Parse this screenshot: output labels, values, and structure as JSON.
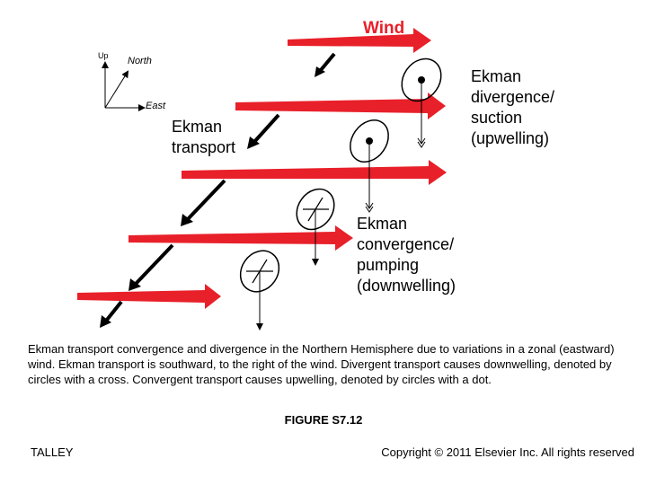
{
  "diagram": {
    "wind_label": "Wind",
    "axes": {
      "up": "Up",
      "north": "North",
      "east": "East"
    },
    "ekman_transport": [
      "Ekman",
      "transport"
    ],
    "divergence": [
      "Ekman",
      "divergence/",
      "suction",
      "(upwelling)"
    ],
    "convergence": [
      "Ekman",
      "convergence/",
      "pumping",
      "(downwelling)"
    ]
  },
  "caption": "Ekman transport convergence and divergence in the Northern Hemisphere due to variations in a zonal (eastward) wind. Ekman transport is southward, to the right of the wind. Divergent transport causes downwelling, denoted by circles with a cross. Convergent transport causes upwelling, denoted by circles with a dot.",
  "figure_label": "FIGURE S7.12",
  "author": "TALLEY",
  "copyright": "Copyright © 2011 Elsevier Inc. All rights reserved",
  "colors": {
    "wind_arrow": "#e8202a",
    "black": "#000000"
  }
}
